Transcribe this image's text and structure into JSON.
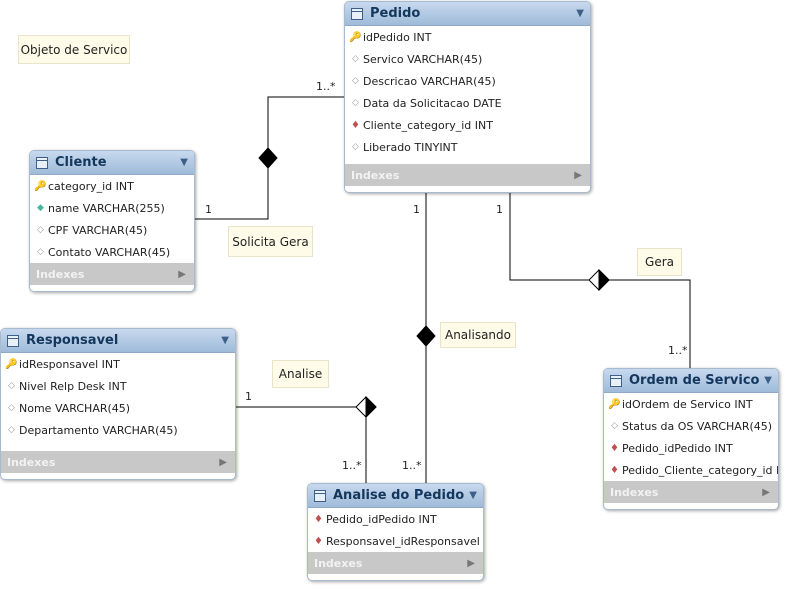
{
  "notes": {
    "objeto_servico": "Objeto de Servico",
    "solicita_gera": "Solicita Gera",
    "gera": "Gera",
    "analisando": "Analisando",
    "analise": "Analise"
  },
  "tables": {
    "pedido": {
      "title": "Pedido",
      "columns": [
        "idPedido INT",
        "Servico VARCHAR(45)",
        "Descricao VARCHAR(45)",
        "Data da Solicitacao DATE",
        "Cliente_category_id INT",
        "Liberado TINYINT"
      ],
      "indexes": "Indexes"
    },
    "cliente": {
      "title": "Cliente",
      "columns": [
        "category_id INT",
        "name VARCHAR(255)",
        "CPF VARCHAR(45)",
        "Contato VARCHAR(45)"
      ],
      "indexes": "Indexes"
    },
    "responsavel": {
      "title": "Responsavel",
      "columns": [
        "idResponsavel INT",
        "Nivel Relp Desk INT",
        "Nome VARCHAR(45)",
        "Departamento VARCHAR(45)"
      ],
      "indexes": "Indexes"
    },
    "analise_pedido": {
      "title": "Analise do Pedido",
      "columns": [
        "Pedido_idPedido INT",
        "Responsavel_idResponsavel INT"
      ],
      "indexes": "Indexes"
    },
    "ordem_servico": {
      "title": "Ordem de Servico",
      "columns": [
        "idOrdem de Servico INT",
        "Status da OS VARCHAR(45)",
        "Pedido_idPedido INT",
        "Pedido_Cliente_category_id INT"
      ],
      "indexes": "Indexes"
    }
  },
  "cardinality": {
    "pedido_cliente_many": "1..*",
    "cliente_one": "1",
    "pedido_analise_one": "1",
    "pedido_ordem_one": "1",
    "ordem_many": "1..*",
    "responsavel_one": "1",
    "analise_resp_many": "1..*",
    "analise_ped_many": "1..*"
  },
  "icons": {
    "column_key": "key-icon",
    "column_fk": "foreign-key-icon",
    "column_plain": "diamond-icon",
    "column_notnull": "filled-diamond-icon"
  }
}
